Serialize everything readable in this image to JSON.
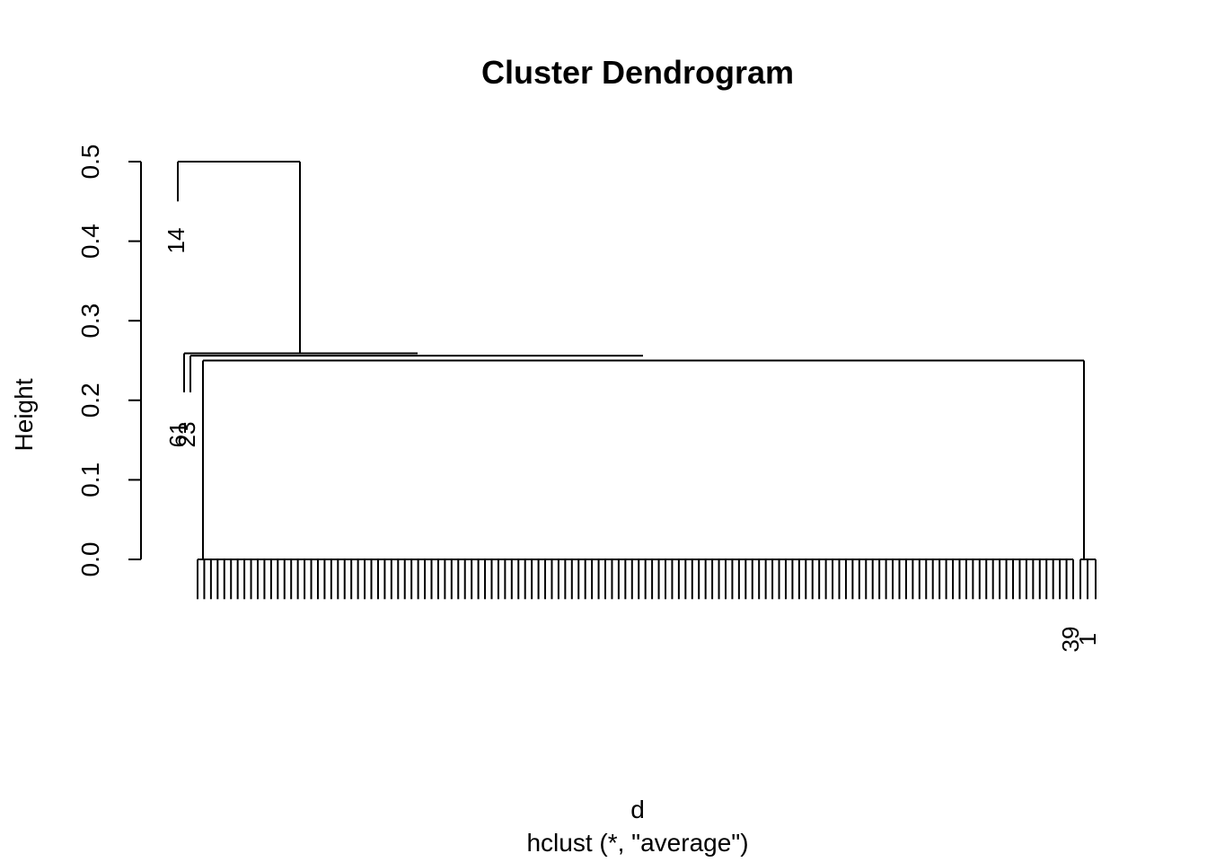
{
  "chart_data": {
    "type": "dendrogram",
    "title": "Cluster Dendrogram",
    "xlabel": "d",
    "sub": "hclust (*, \"average\")",
    "ylabel": "Height",
    "ylim": [
      0,
      0.5
    ],
    "yticks": [
      "0.0",
      "0.1",
      "0.2",
      "0.3",
      "0.4",
      "0.5"
    ],
    "leaf_labels": [
      "14",
      "61",
      "23",
      "39",
      "1"
    ],
    "merges": [
      {
        "height": 0.5,
        "left": "14",
        "right": "rest"
      },
      {
        "height": 0.259,
        "left": "61",
        "right": "rest"
      },
      {
        "height": 0.256,
        "left": "23",
        "right": "rest"
      },
      {
        "height": 0.25,
        "left": "main-cluster",
        "right": "tail-cluster"
      }
    ],
    "main_cluster_leaf_count": 132,
    "tail_cluster_leaf_count": 3
  }
}
